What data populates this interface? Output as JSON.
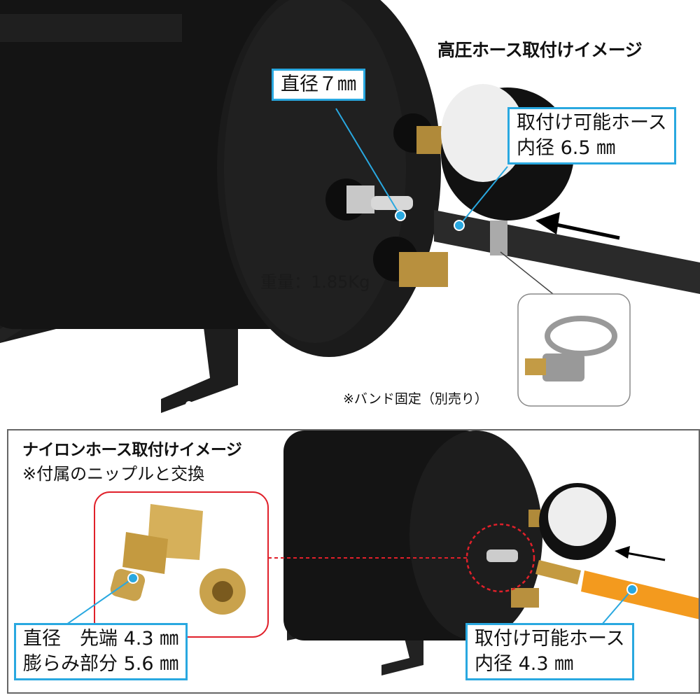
{
  "top": {
    "title": "高圧ホース取付けイメージ",
    "nipple_callout": "直径７㎜",
    "hose_callout": [
      "取付け可能ホース",
      "内径 6.5 ㎜"
    ],
    "weight": "重量：1.85Kg",
    "band_note": "※バンド固定（別売り）"
  },
  "bottom": {
    "title": "ナイロンホース取付けイメージ",
    "subtitle": "※付属のニップルと交換",
    "nipple_callout": [
      "直径　先端 4.3 ㎜",
      "膨らみ部分 5.6 ㎜"
    ],
    "hose_callout": [
      "取付け可能ホース",
      "内径 4.3 ㎜"
    ]
  },
  "colors": {
    "callout_border": "#29a8e0",
    "highlight": "#e0202a",
    "nylon_hose": "#f39a1e",
    "tank": "#111111"
  }
}
